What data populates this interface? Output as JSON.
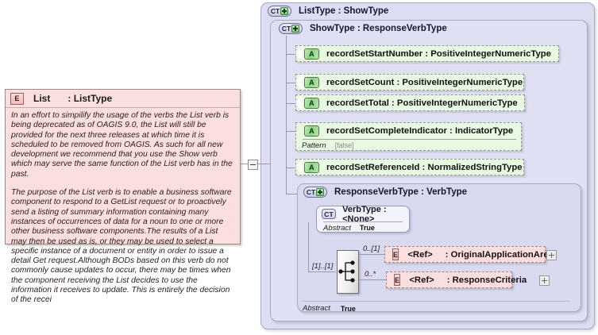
{
  "diagram": {
    "kind": "xsd-schema-diagram",
    "colors": {
      "element_fill": "#fbdede",
      "complextype_fill": "#dcdcf2",
      "attribute_fill": "#e9f8e3",
      "sequence_fill": "#f0f0f0",
      "canvas": "#ffffff"
    }
  },
  "element_box": {
    "icon": "element-badge",
    "badge": "E",
    "name": "List",
    "separator": ":",
    "type": "ListType",
    "documentation": [
      "In an effort to simpilify the usage of the verbs the List verb is being deprecated as of OAGIS 9.0, the List will still be provided for the next three releases at which time it is scheduled to be removed from OAGIS. As such for all new development we recommend that you use the Show verb which may serve the same function of the List verb has in the past.",
      "The purpose of the List verb is to enable a business software component to respond to a GetList request or to proactively send a listing of summary information containing many instances of occurrences of data for a noun to one or more other business software components.The results of a List may then be used as is, or they may be used to select a specific instance of a document or entity in order to issue a detail Get request.Although BODs based on this verb do not commonly cause updates to occur, there may be times when the component receiving the List decides to use the information it receives to update.  This is entirely the decision of the recei"
    ]
  },
  "connector": {
    "toggle_icon": "minus-box",
    "state": "expanded"
  },
  "outer_panel": {
    "badge": "CT",
    "badge_modifier": "plus",
    "title": "ListType : ShowType"
  },
  "show_panel": {
    "badge": "CT",
    "badge_modifier": "plus",
    "title": "ShowType : ResponseVerbType"
  },
  "attributes": [
    {
      "badge": "A",
      "label": "recordSetStartNumber : PositiveIntegerNumericType"
    },
    {
      "badge": "A",
      "label": "recordSetCount : PositiveIntegerNumericType"
    },
    {
      "badge": "A",
      "label": "recordSetTotal : PositiveIntegerNumericType"
    }
  ],
  "attribute_with_facet": {
    "badge": "A",
    "label": "recordSetCompleteIndicator : IndicatorType",
    "facet_name": "Pattern",
    "facet_value": "[false]"
  },
  "attribute_last": {
    "badge": "A",
    "label": "recordSetReferenceId : NormalizedStringType"
  },
  "response_panel": {
    "badge": "CT",
    "badge_modifier": "plus",
    "title": "ResponseVerbType : VerbType",
    "abstract_label": "Abstract",
    "abstract_value": "True"
  },
  "verbtype_box": {
    "badge": "CT",
    "title": "VerbType : <None>",
    "abstract_label": "Abstract",
    "abstract_value": "True"
  },
  "sequence": {
    "icon": "sequence-compositor-icon",
    "cardinality": "[1]..[1]"
  },
  "refs": [
    {
      "badge": "E",
      "name": "<Ref>",
      "separator": ":",
      "type": "OriginalApplicationArea",
      "cardinality": "0..[1]",
      "expand_icon": "plus-box"
    },
    {
      "badge": "E",
      "name": "<Ref>",
      "separator": ":",
      "type": "ResponseCriteria",
      "cardinality": "0..*",
      "expand_icon": "plus-box"
    }
  ]
}
